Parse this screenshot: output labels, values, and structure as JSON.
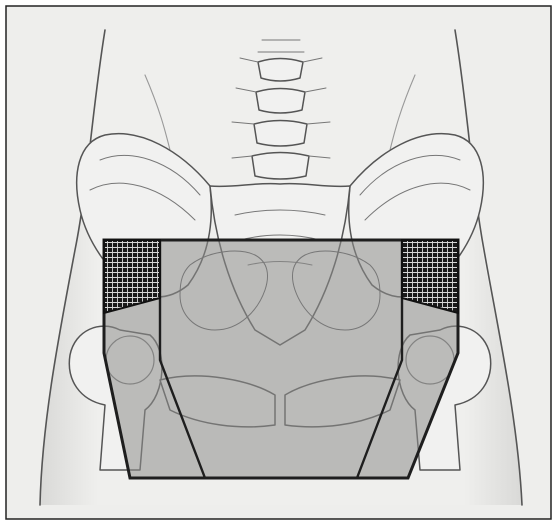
{
  "colors": {
    "background": "#eeeeec",
    "frame": "#222222",
    "bone_outline": "#555555",
    "field_shade": "#8e8e8c",
    "field_edge": "#1e1e1e",
    "shield_hatch": "#111111"
  },
  "figure": {
    "subject": "anterior-pelvis-radiation-field",
    "regions": [
      "spine",
      "iliac-crest-left",
      "iliac-crest-right",
      "sacrum",
      "pelvic-brim",
      "femoral-head-left",
      "femoral-head-right",
      "pubic-symphysis",
      "treatment-field",
      "corner-block-left",
      "corner-block-right"
    ]
  }
}
